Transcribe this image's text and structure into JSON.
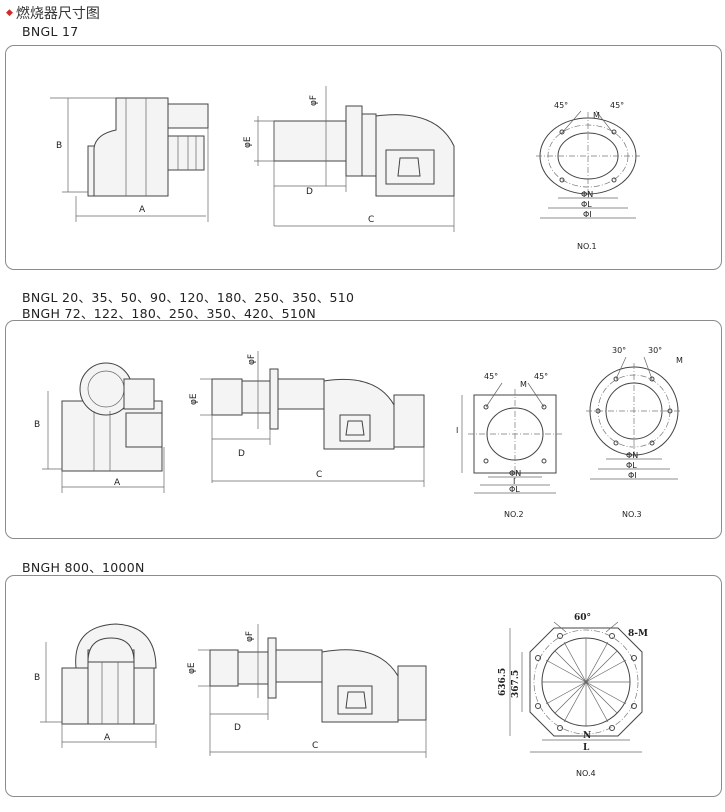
{
  "page": {
    "title": "燃烧器尺寸图",
    "title_marker": "◆"
  },
  "sections": [
    {
      "model_lines": [
        "BNGL 17"
      ],
      "labels": {
        "A": "A",
        "B": "B",
        "C": "C",
        "D": "D",
        "E": "φE",
        "F": "φF"
      },
      "flanges": [
        {
          "caption": "NO.1",
          "angle_left": "45°",
          "angle_right": "45°",
          "m": "M",
          "n": "ΦN",
          "l": "ΦL",
          "i": "ΦI"
        }
      ]
    },
    {
      "model_lines": [
        "BNGL 20、35、50、90、120、180、250、350、510",
        "BNGH 72、122、180、250、350、420、510N"
      ],
      "labels": {
        "A": "A",
        "B": "B",
        "C": "C",
        "D": "D",
        "E": "φE",
        "F": "φF"
      },
      "flanges": [
        {
          "caption": "NO.2",
          "angle_left": "45°",
          "angle_right": "45°",
          "m": "M",
          "n": "ΦN",
          "l": "ΦL",
          "i": "I",
          "side": "I"
        },
        {
          "caption": "NO.3",
          "angle_left": "30°",
          "angle_right": "30°",
          "m": "M",
          "n": "ΦN",
          "l": "ΦL",
          "i": "ΦI"
        }
      ]
    },
    {
      "model_lines": [
        "BNGH 800、1000N"
      ],
      "labels": {
        "A": "A",
        "B": "B",
        "C": "C",
        "D": "D",
        "E": "φE",
        "F": "φF"
      },
      "flanges": [
        {
          "caption": "NO.4",
          "angle": "60°",
          "m": "8-M",
          "dim_outer": "636.5",
          "dim_inner": "367.5",
          "n": "N",
          "l": "L"
        }
      ]
    }
  ]
}
